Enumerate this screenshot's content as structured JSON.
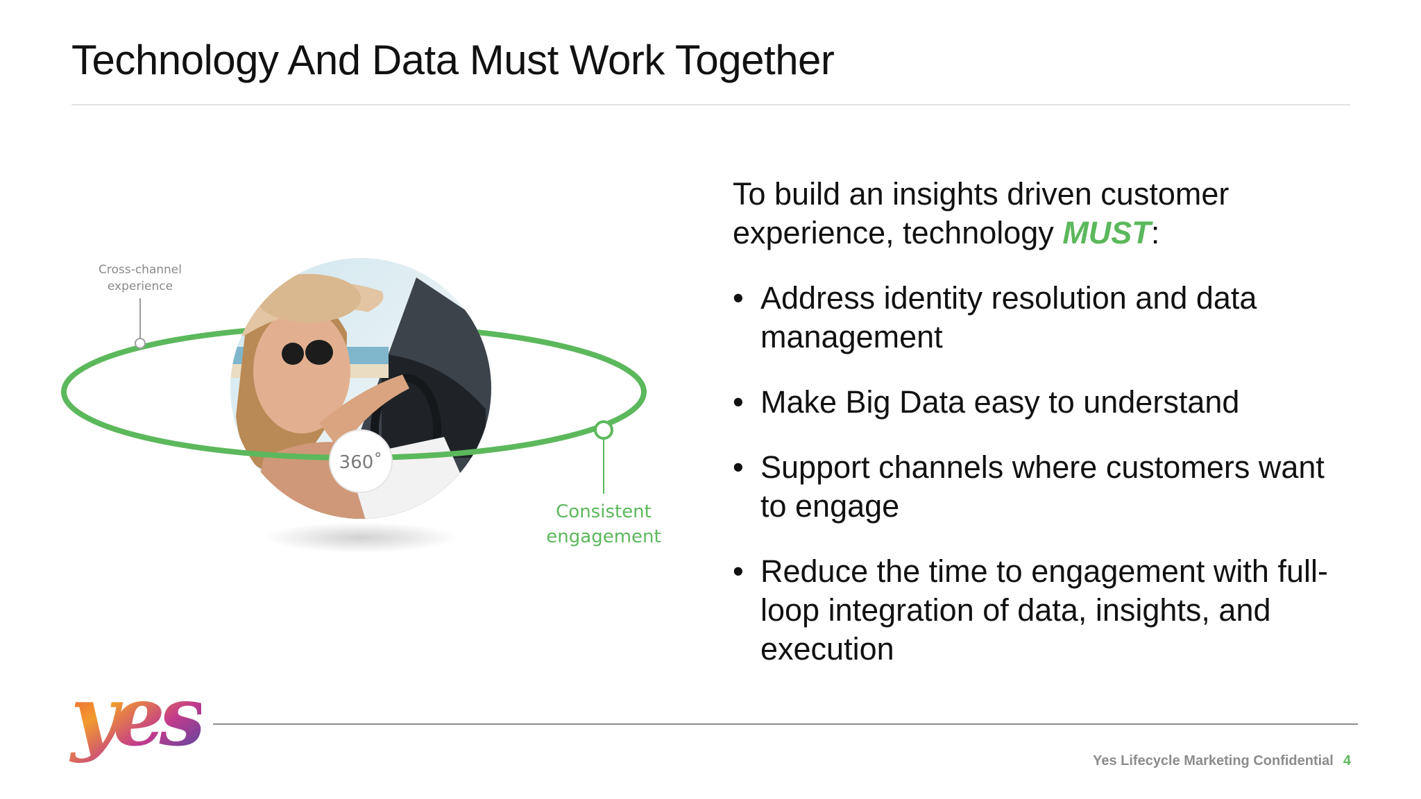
{
  "slide": {
    "title": "Technology And Data Must Work Together"
  },
  "graphic": {
    "label_cross_channel_line1": "Cross-channel",
    "label_cross_channel_line2": "experience",
    "badge_360": "360˚",
    "label_consistent_line1": "Consistent",
    "label_consistent_line2": "engagement",
    "accent_color": "#5cb85c"
  },
  "content": {
    "intro_before": "To build an insights driven customer experience, technology ",
    "intro_emphasis": "MUST",
    "intro_after": ":",
    "bullet_glyph": "•",
    "bullets": [
      "Address identity resolution and data management",
      "Make Big Data easy to understand",
      "Support channels where customers want to engage",
      "Reduce the time to engagement with full-loop integration of data, insights, and execution"
    ]
  },
  "footer": {
    "logo_text": "yes",
    "confidential": "Yes Lifecycle Marketing Confidential",
    "page_number": "4",
    "accent_color": "#5cb85c"
  }
}
